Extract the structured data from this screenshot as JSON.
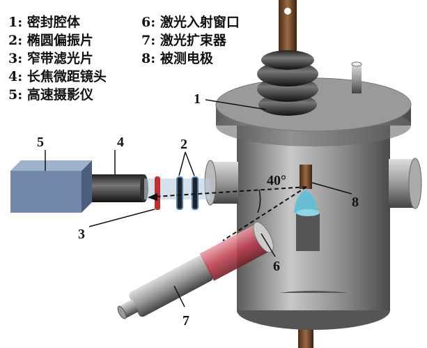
{
  "legend": [
    {
      "num": "1:",
      "text": "密封腔体"
    },
    {
      "num": "2:",
      "text": "椭圆偏振片"
    },
    {
      "num": "3:",
      "text": "窄带滤光片"
    },
    {
      "num": "4:",
      "text": "长焦微距镜头"
    },
    {
      "num": "5:",
      "text": "高速摄影仪"
    },
    {
      "num": "6:",
      "text": "激光入射窗口"
    },
    {
      "num": "7:",
      "text": "激光扩束器"
    },
    {
      "num": "8:",
      "text": "被测电极"
    }
  ],
  "callouts": {
    "c1": "1",
    "c2": "2",
    "c3": "3",
    "c4": "4",
    "c5": "5",
    "c6": "6",
    "c7": "7",
    "c8": "8"
  },
  "angle_label": "40°",
  "colors": {
    "chamber": "#8a8a8a",
    "electrode": "#7a4a2a",
    "camera": "#6f85a8",
    "laser_red": "#c0505a",
    "droplet": "#5fc0d8"
  }
}
